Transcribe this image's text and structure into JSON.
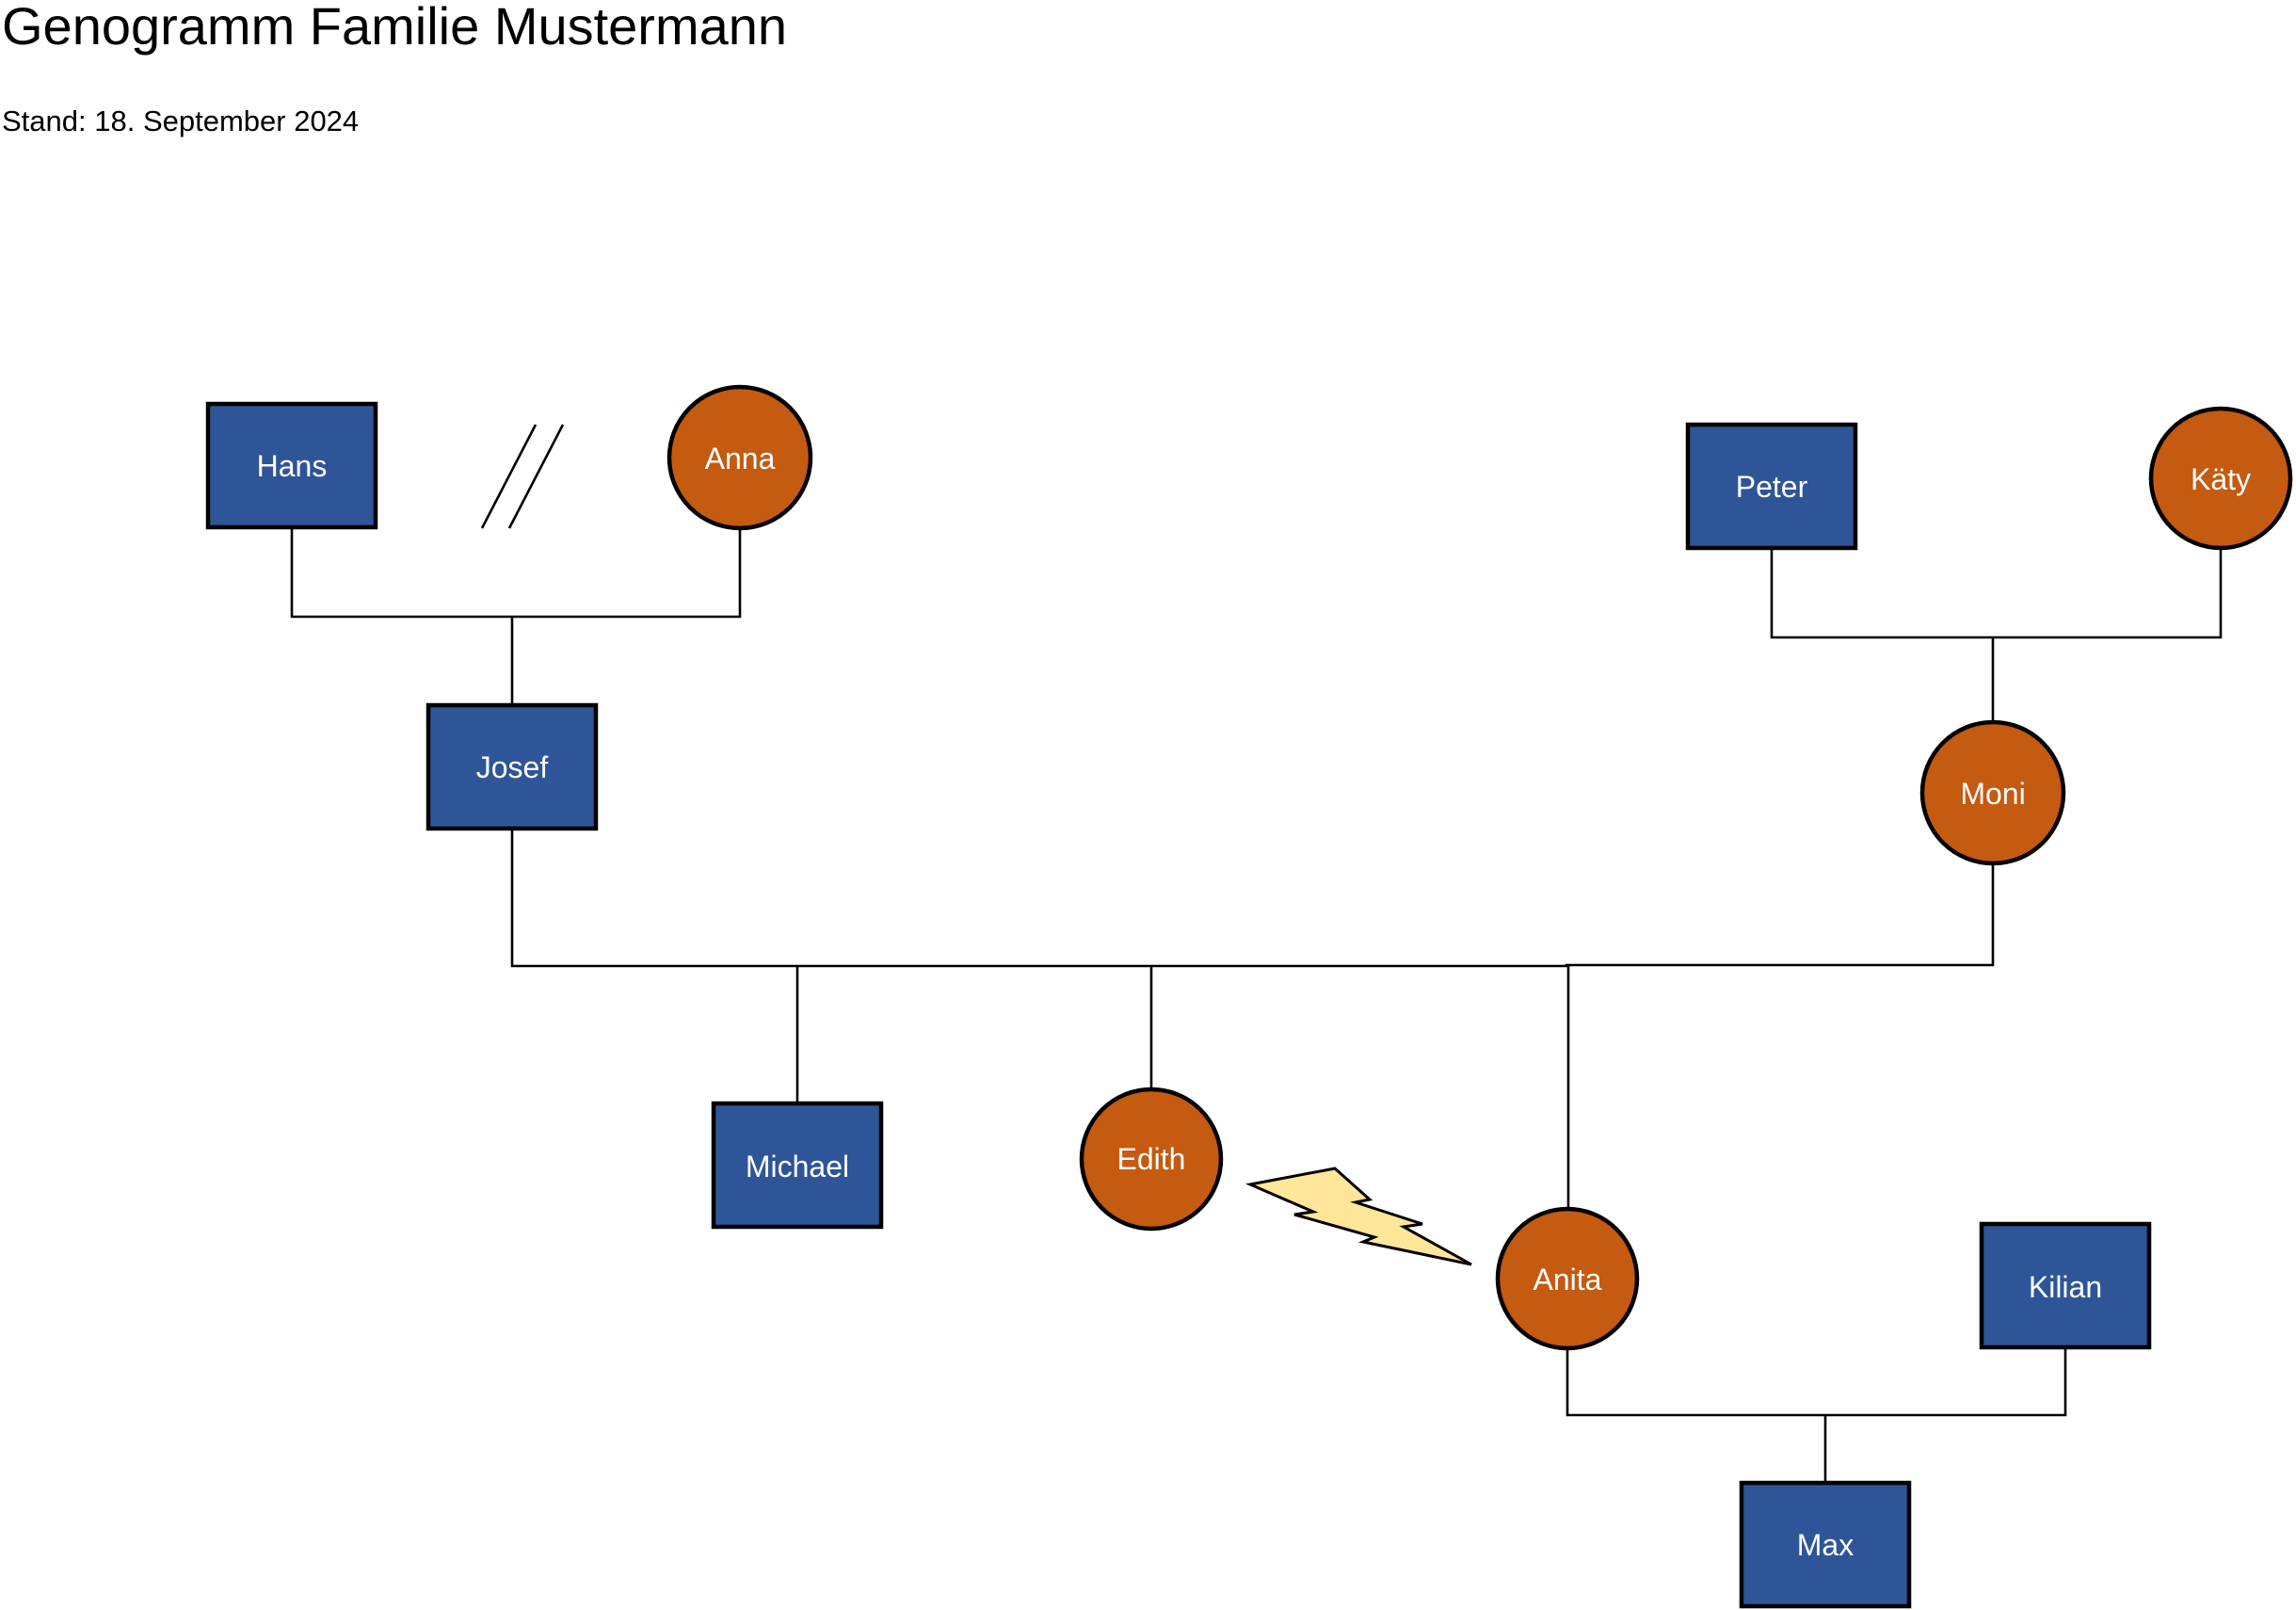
{
  "header": {
    "title": "Genogramm Familie Mustermann",
    "subtitle": "Stand: 18. September 2024"
  },
  "people": {
    "hans": {
      "name": "Hans",
      "sex": "male"
    },
    "anna": {
      "name": "Anna",
      "sex": "female"
    },
    "josef": {
      "name": "Josef",
      "sex": "male"
    },
    "peter": {
      "name": "Peter",
      "sex": "male"
    },
    "katy": {
      "name": "Käty",
      "sex": "female"
    },
    "moni": {
      "name": "Moni",
      "sex": "female"
    },
    "michael": {
      "name": "Michael",
      "sex": "male"
    },
    "edith": {
      "name": "Edith",
      "sex": "female"
    },
    "anita": {
      "name": "Anita",
      "sex": "female"
    },
    "kilian": {
      "name": "Kilian",
      "sex": "male"
    },
    "max": {
      "name": "Max",
      "sex": "male"
    }
  },
  "relations": [
    {
      "type": "divorced",
      "partners": [
        "hans",
        "anna"
      ],
      "children": [
        "josef"
      ]
    },
    {
      "type": "partners",
      "partners": [
        "peter",
        "katy"
      ],
      "children": [
        "moni"
      ]
    },
    {
      "type": "partners",
      "partners": [
        "josef",
        "moni"
      ],
      "children": [
        "michael",
        "edith",
        "anita"
      ]
    },
    {
      "type": "partners",
      "partners": [
        "anita",
        "kilian"
      ],
      "children": [
        "max"
      ]
    },
    {
      "type": "conflict",
      "partners": [
        "edith",
        "anita"
      ]
    }
  ],
  "colors": {
    "male": "#2e5597",
    "female": "#c55a11",
    "conflict": "#ffe699"
  },
  "icons": {
    "divorce": "double-slash-icon",
    "conflict": "lightning-icon"
  }
}
